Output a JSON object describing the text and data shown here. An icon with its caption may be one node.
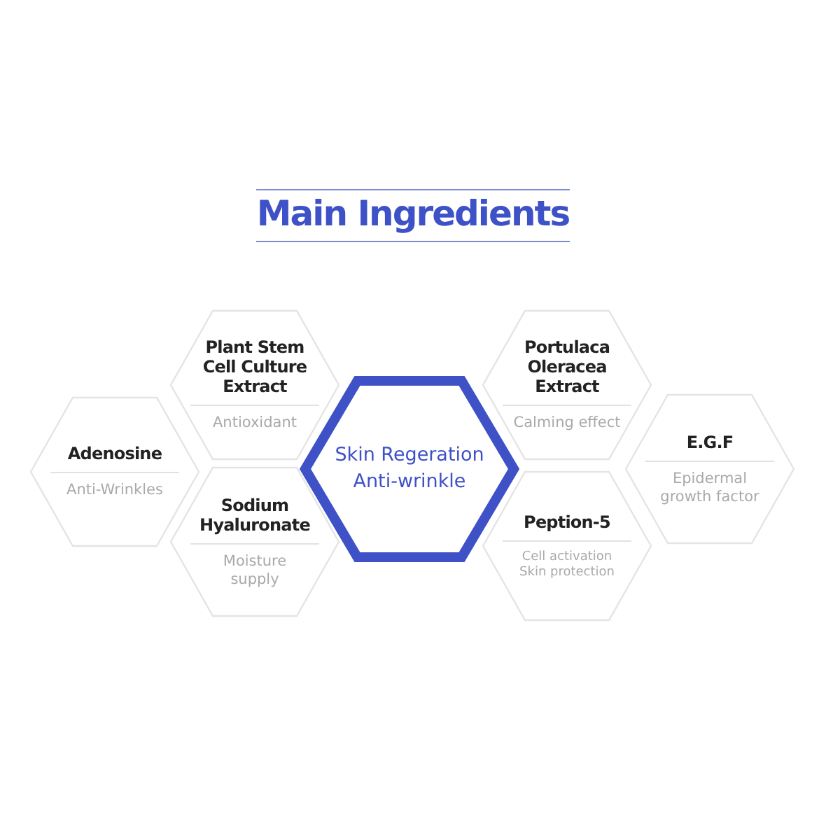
{
  "diagram": {
    "title": "Main Ingredients",
    "nodes": [
      {
        "text": [
          "Adenosine",
          "Anti-Wrinkles"
        ]
      },
      {
        "text": [
          "Plant Stem Cell Culture Extract",
          "Antioxidant"
        ]
      },
      {
        "text": [
          "Sodium Hyaluronate",
          "Moisture supply"
        ]
      },
      {
        "text": [
          "Skin Regeration Anti-wrinkle"
        ]
      },
      {
        "text": [
          "Portulaca Oleracea Extract",
          "Calming effect"
        ]
      },
      {
        "text": [
          "Peption-5",
          "Cell activation Skin protection"
        ]
      },
      {
        "text": [
          "E.G.F",
          "Epidermal growth factor"
        ]
      }
    ],
    "edges": []
  }
}
